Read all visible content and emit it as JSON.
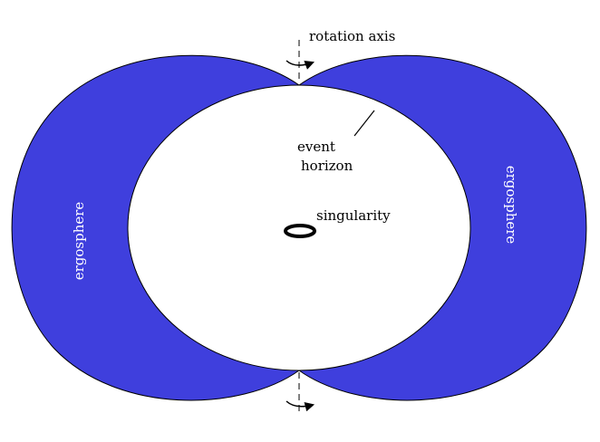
{
  "labels": {
    "rotation_axis": "rotation axis",
    "event_horizon_line1": "event",
    "event_horizon_line2": "horizon",
    "singularity": "singularity",
    "ergosphere_left": "ergosphere",
    "ergosphere_right": "ergosphere"
  },
  "colors": {
    "ergosphere_fill": "#3f3fdd",
    "horizon_fill": "#ffffff",
    "stroke": "#000000",
    "ergosphere_text": "#ffffff"
  }
}
